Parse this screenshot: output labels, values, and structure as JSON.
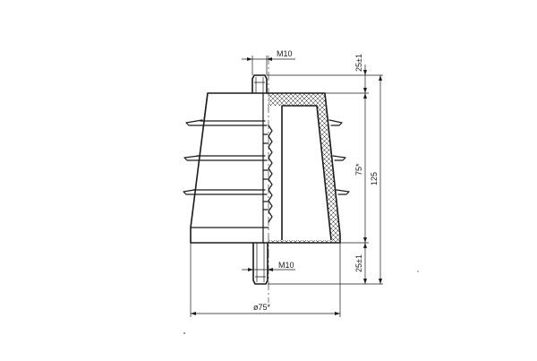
{
  "dimensions": {
    "thread_top": "M10",
    "thread_bottom": "M10",
    "top_stud_height": "25±1",
    "bottom_stud_height": "25±1",
    "body_height": "75*",
    "overall_height": "125",
    "diameter": "ø75*"
  }
}
